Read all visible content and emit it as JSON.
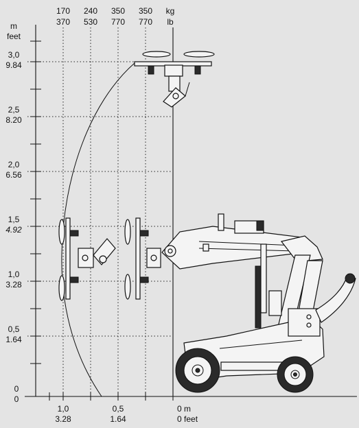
{
  "load_columns": [
    {
      "kg": "170",
      "lb": "370"
    },
    {
      "kg": "240",
      "lb": "530"
    },
    {
      "kg": "350",
      "lb": "770"
    },
    {
      "kg": "350",
      "lb": "770"
    }
  ],
  "load_units": {
    "kg": "kg",
    "lb": "lb"
  },
  "y_units": {
    "m": "m",
    "feet": "feet"
  },
  "y_ticks": [
    {
      "m": "3,0",
      "ft": "9.84"
    },
    {
      "m": "2,5",
      "ft": "8.20"
    },
    {
      "m": "2,0",
      "ft": "6.56"
    },
    {
      "m": "1,5",
      "ft": "4.92"
    },
    {
      "m": "1,0",
      "ft": "3.28"
    },
    {
      "m": "0,5",
      "ft": "1.64"
    },
    {
      "m": "0",
      "ft": "0"
    }
  ],
  "x_ticks": [
    {
      "m": "1,0",
      "ft": "3.28"
    },
    {
      "m": "0,5",
      "ft": "1.64"
    },
    {
      "m": "0 m",
      "ft": "0 feet"
    }
  ]
}
